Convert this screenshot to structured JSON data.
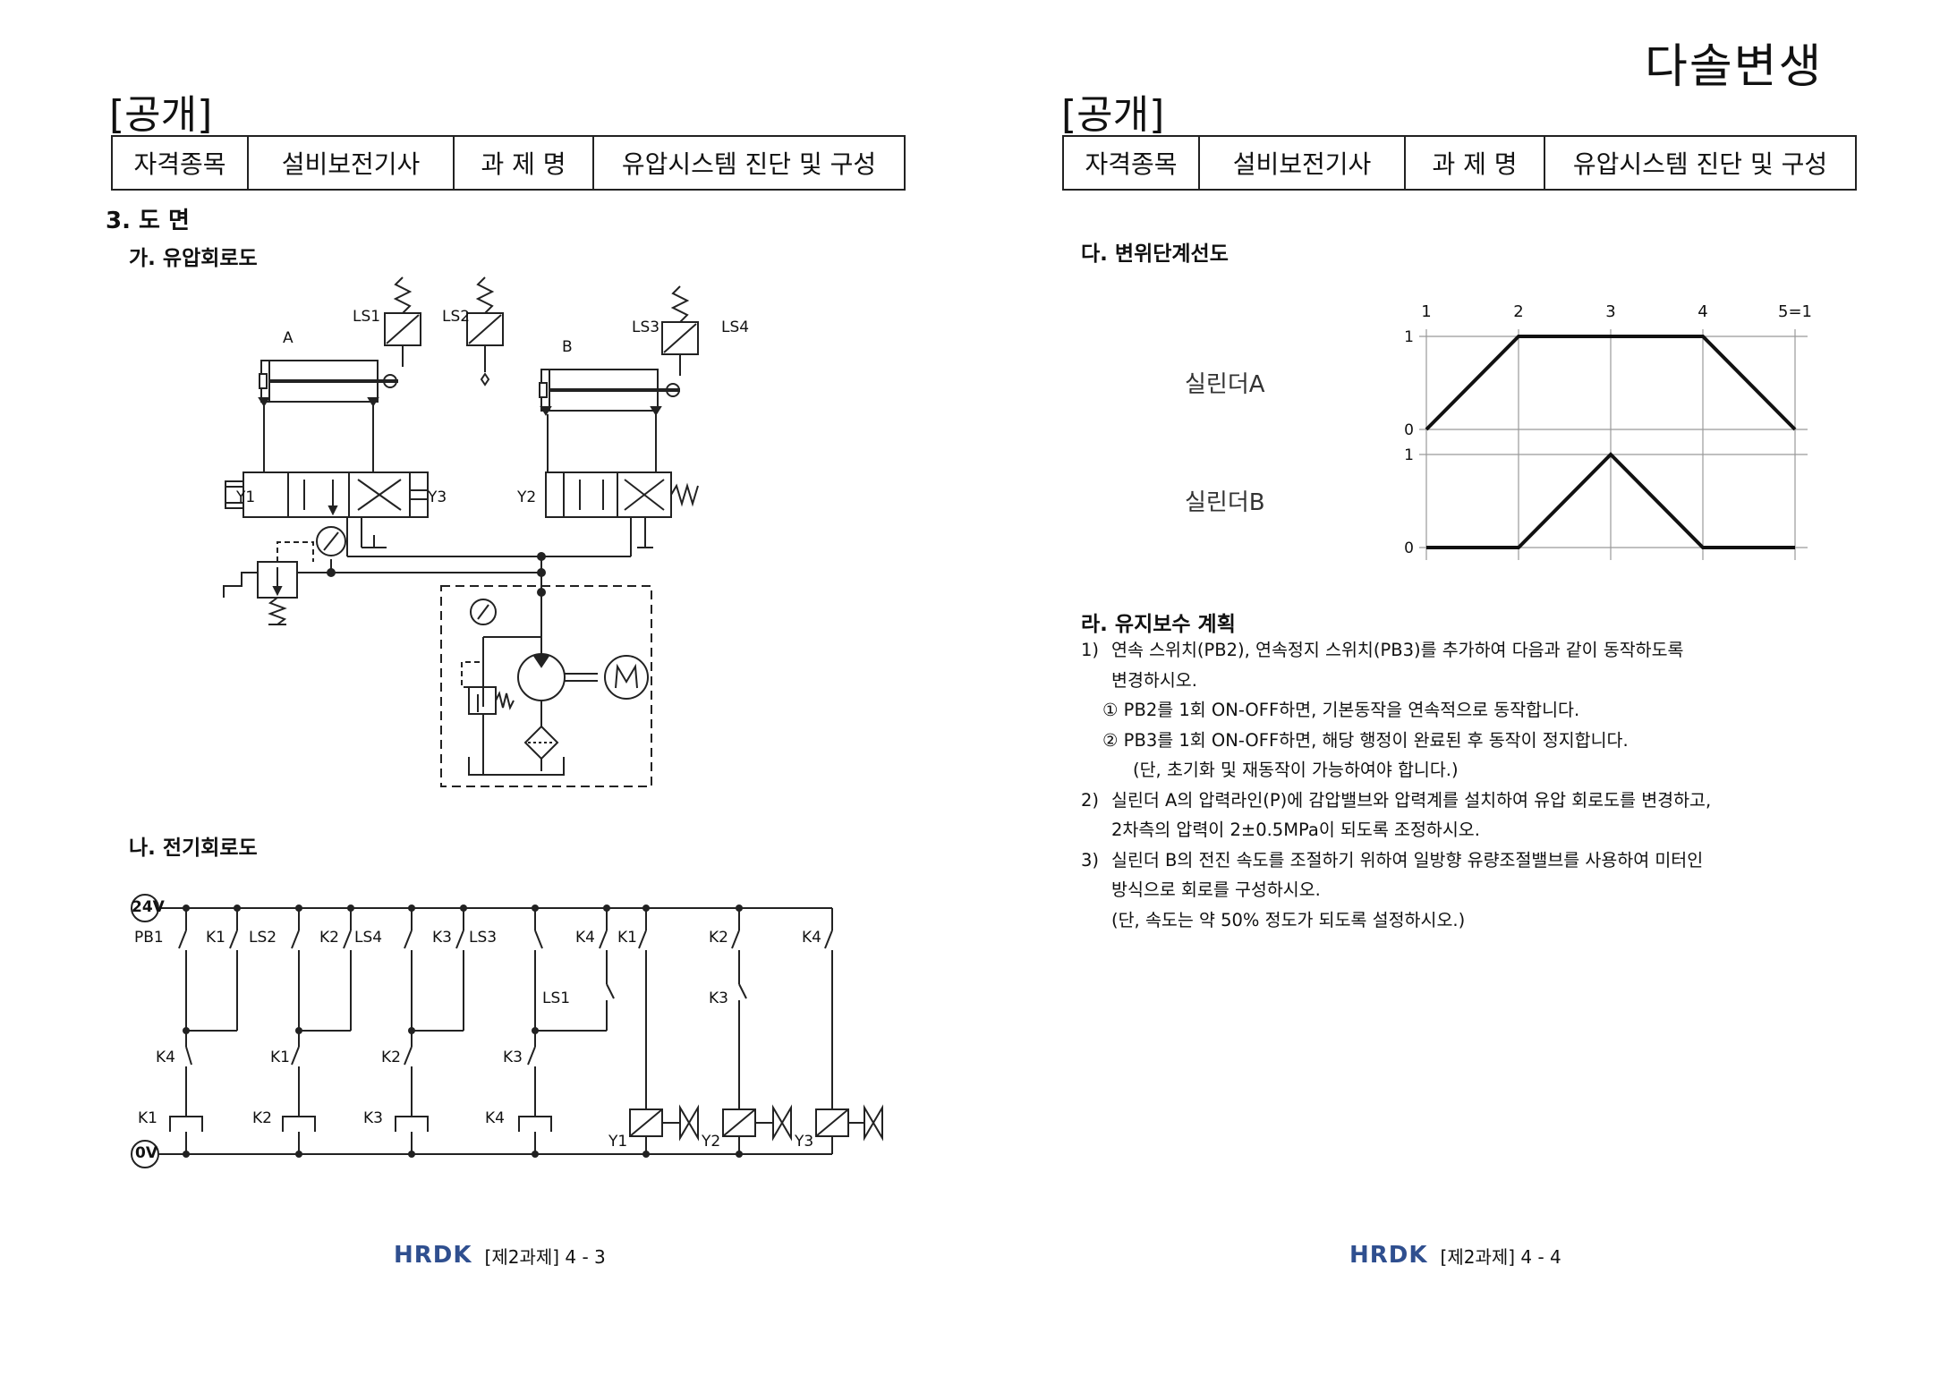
{
  "brand": "다솔변생",
  "pages": [
    {
      "section_tag": "[공개]",
      "table": [
        "자격종목",
        "설비보전기사",
        "과 제 명",
        "유압시스템 진단 및 구성"
      ],
      "heading": "3. 도 면",
      "subheadings": [
        "가. 유압회로도",
        "나. 전기회로도"
      ],
      "hydraulic_labels": {
        "cyl_a": "A",
        "cyl_b": "B",
        "ls1": "LS1",
        "ls2": "LS2",
        "ls3": "LS3",
        "ls4": "LS4",
        "y1": "Y1",
        "y2": "Y2",
        "y3": "Y3"
      },
      "electric_labels": {
        "p24": "24V",
        "p0": "0V",
        "pb1": "PB1",
        "k1a": "K1",
        "ls2": "LS2",
        "k2a": "K2",
        "ls4": "LS4",
        "k3a": "K3",
        "ls3": "LS3",
        "k4a": "K4",
        "k1b": "K1",
        "k2b": "K2",
        "k4b": "K4",
        "ls1": "LS1",
        "k3b": "K3",
        "k4c": "K4",
        "k1c": "K1",
        "k2c": "K2",
        "k3c": "K3",
        "k1coil": "K1",
        "k2coil": "K2",
        "k3coil": "K3",
        "k4coil": "K4",
        "y1": "Y1",
        "y2": "Y2",
        "y3": "Y3"
      },
      "footer": {
        "logo": "HRDK",
        "text": "[제2과제] 4 - 3"
      }
    },
    {
      "section_tag": "[공개]",
      "table": [
        "자격종목",
        "설비보전기사",
        "과 제 명",
        "유압시스템 진단 및 구성"
      ],
      "subheadings": [
        "다. 변위단계선도",
        "라. 유지보수 계획"
      ],
      "diagram": {
        "steps": [
          "1",
          "2",
          "3",
          "4",
          "5=1"
        ],
        "cyl_a": "실린더A",
        "cyl_b": "실린더B",
        "one": "1",
        "zero": "0"
      },
      "chart_data": {
        "type": "line",
        "x": [
          1,
          2,
          3,
          4,
          5
        ],
        "series": [
          {
            "name": "실린더A",
            "values": [
              0,
              1,
              1,
              1,
              0
            ]
          },
          {
            "name": "실린더B",
            "values": [
              0,
              0,
              1,
              0,
              0
            ]
          }
        ],
        "xticks": [
          "1",
          "2",
          "3",
          "4",
          "5=1"
        ],
        "ylim": [
          0,
          1
        ]
      },
      "plan": [
        {
          "num": "1)",
          "lines": [
            "연속 스위치(PB2), 연속정지 스위치(PB3)를 추가하여 다음과 같이 동작하도록",
            "변경하시오."
          ]
        },
        {
          "sub": "① PB2를 1회 ON-OFF하면, 기본동작을 연속적으로 동작합니다."
        },
        {
          "sub": "② PB3를 1회 ON-OFF하면, 해당 행정이 완료된 후 동작이 정지합니다."
        },
        {
          "sub": "(단, 초기화 및 재동작이 가능하여야 합니다.)"
        },
        {
          "num": "2)",
          "lines": [
            "실린더 A의 압력라인(P)에 감압밸브와 압력계를 설치하여 유압 회로도를 변경하고,",
            "2차측의 압력이 2±0.5MPa이 되도록 조정하시오."
          ]
        },
        {
          "num": "3)",
          "lines": [
            "실린더 B의 전진 속도를 조절하기 위하여 일방향 유량조절밸브를 사용하여 미터인",
            "방식으로 회로를 구성하시오.",
            "(단, 속도는 약 50% 정도가 되도록 설정하시오.)"
          ]
        }
      ],
      "footer": {
        "logo": "HRDK",
        "text": "[제2과제] 4 - 4"
      }
    }
  ]
}
